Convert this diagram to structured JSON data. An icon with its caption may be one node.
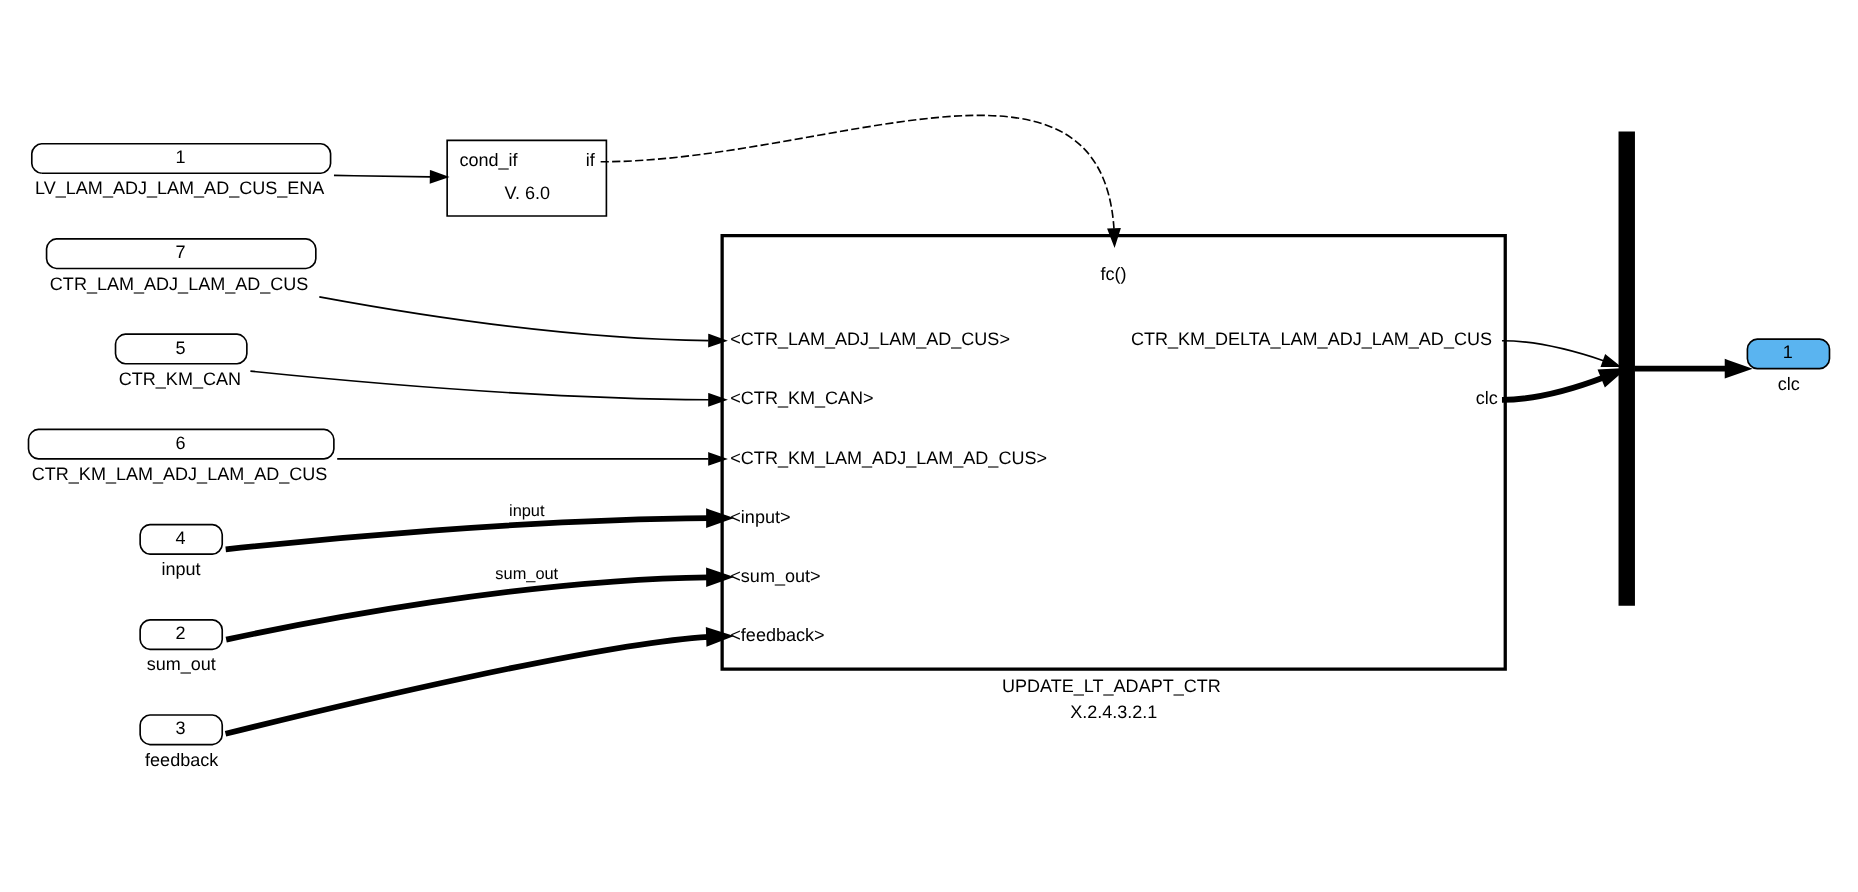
{
  "diagram": {
    "nodes": [
      {
        "text": [
          "1"
        ],
        "beside": [
          "LV_LAM_ADJ_LAM_AD_CUS_ENA"
        ]
      },
      {
        "text": [
          "cond_if",
          "if",
          "V. 6.0"
        ]
      },
      {
        "text": [
          "7"
        ],
        "beside": [
          "CTR_LAM_ADJ_LAM_AD_CUS"
        ]
      },
      {
        "text": [
          "5"
        ],
        "beside": [
          "CTR_KM_CAN"
        ]
      },
      {
        "text": [
          "6"
        ],
        "beside": [
          "CTR_KM_LAM_ADJ_LAM_AD_CUS"
        ]
      },
      {
        "text": [
          "4"
        ],
        "beside": [
          "input"
        ]
      },
      {
        "text": [
          "2"
        ],
        "beside": [
          "sum_out"
        ]
      },
      {
        "text": [
          "3"
        ],
        "beside": [
          "feedback"
        ]
      },
      {
        "text": [
          "fc()",
          "<CTR_LAM_ADJ_LAM_AD_CUS>",
          "<CTR_KM_CAN>",
          "<CTR_KM_LAM_ADJ_LAM_AD_CUS>",
          "<input>",
          "<sum_out>",
          "<feedback>",
          "CTR_KM_DELTA_LAM_ADJ_LAM_AD_CUS",
          "clc"
        ],
        "beside": [
          "UPDATE_LT_ADAPT_CTR",
          "X.2.4.3.2.1"
        ]
      },
      {
        "text": [],
        "shape": "bar"
      },
      {
        "text": [
          "1"
        ],
        "beside": [
          "clc"
        ]
      }
    ],
    "edges": [
      {
        "from": 0,
        "to": 1,
        "arrow": "to"
      },
      {
        "from": 1,
        "to": 8,
        "arrow": "to",
        "style": "dashed"
      },
      {
        "from": 2,
        "to": 8,
        "arrow": "to"
      },
      {
        "from": 3,
        "to": 8,
        "arrow": "to"
      },
      {
        "from": 4,
        "to": 8,
        "arrow": "to"
      },
      {
        "from": 5,
        "to": 8,
        "arrow": "to",
        "label": "input",
        "style": "thick"
      },
      {
        "from": 6,
        "to": 8,
        "arrow": "to",
        "label": "sum_out",
        "style": "thick"
      },
      {
        "from": 7,
        "to": 8,
        "arrow": "to",
        "style": "thick"
      },
      {
        "from": 8,
        "to": 9,
        "arrow": "to"
      },
      {
        "from": 8,
        "to": 9,
        "arrow": "to",
        "style": "thick"
      },
      {
        "from": 9,
        "to": 10,
        "arrow": "to",
        "style": "thick"
      }
    ]
  }
}
